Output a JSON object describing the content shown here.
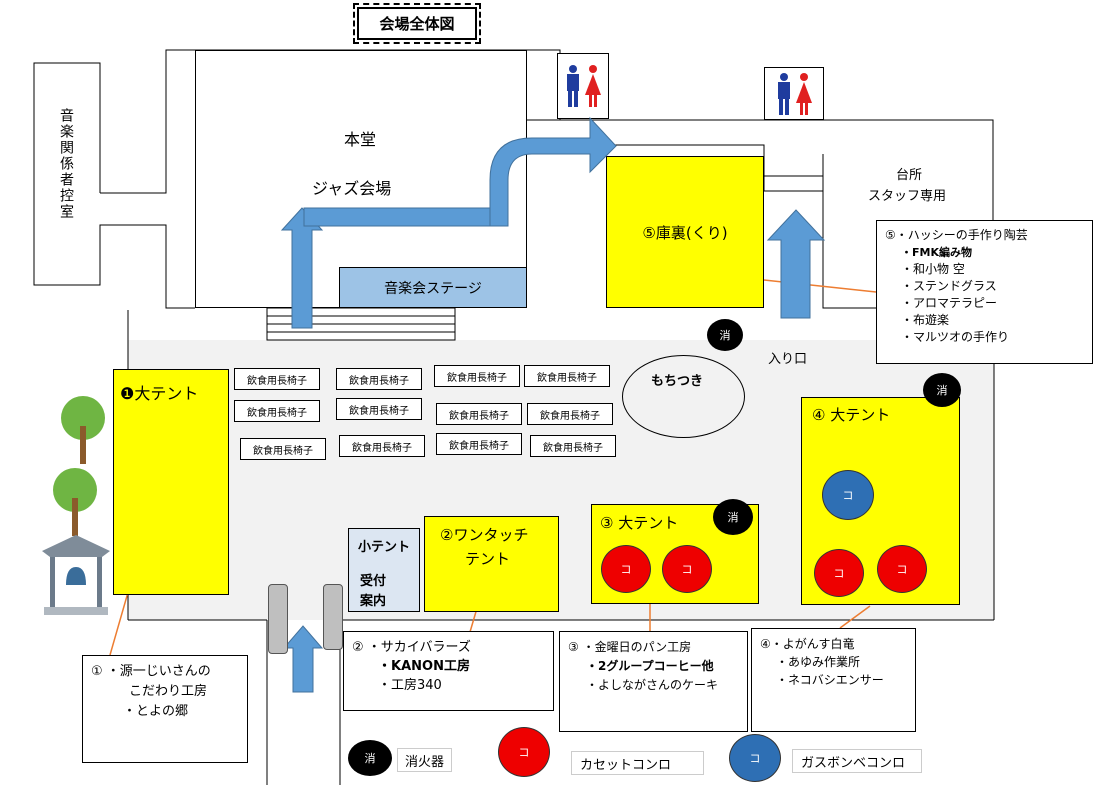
{
  "title": "会場全体図",
  "areas": {
    "music_room": "音楽関係者控室",
    "main_hall_line1": "本堂",
    "main_hall_line2": "ジャズ会場",
    "stage": "音楽会ステージ",
    "kuri": "⑤庫裏(くり)",
    "kitchen_line1": "台所",
    "kitchen_line2": "スタッフ専用",
    "entrance": "入り口",
    "mochi": "もちつき",
    "tent1": "❶大テント",
    "tent2_line1": "②ワンタッチ",
    "tent2_line2": "テント",
    "tent3": "③ 大テント",
    "tent4": "④ 大テント",
    "small_tent_line1": "小テント",
    "small_tent_line2": "受付",
    "small_tent_line3": "案内"
  },
  "chairs": [
    "飲食用長椅子",
    "飲食用長椅子",
    "飲食用長椅子",
    "飲食用長椅子",
    "飲食用長椅子",
    "飲食用長椅子",
    "飲食用長椅子",
    "飲食用長椅子",
    "飲食用長椅子",
    "飲食用長椅子",
    "飲食用長椅子",
    "飲食用長椅子"
  ],
  "marks": {
    "extinguisher": "消",
    "stove": "コ"
  },
  "lists": {
    "l5": [
      "⑤・ハッシーの手作り陶芸",
      "・FMK編み物",
      "・和小物 空",
      "・ステンドグラス",
      "・アロマテラピー",
      "・布遊楽",
      "・マルツオの手作り"
    ],
    "l1": [
      "① ・源一じいさんの",
      "こだわり工房",
      "・とよの郷"
    ],
    "l2": [
      "② ・サカイバラーズ",
      "・KANON工房",
      "・工房340"
    ],
    "l3": [
      "③ ・金曜日のパン工房",
      "・2グループコーヒー他",
      "・よしながさんのケーキ"
    ],
    "l4": [
      "④・よがんす白竜",
      "・あゆみ作業所",
      "・ネコバシエンサー"
    ]
  },
  "legend": {
    "extinguisher": "消火器",
    "cassette": "カセットコンロ",
    "gas": "ガスボンベコンロ"
  },
  "colors": {
    "tent": "#ffff00",
    "stage": "#9dc3e6",
    "arrow": "#5b9bd5",
    "stove": "#ee0000",
    "gas": "#2e6fb4"
  }
}
